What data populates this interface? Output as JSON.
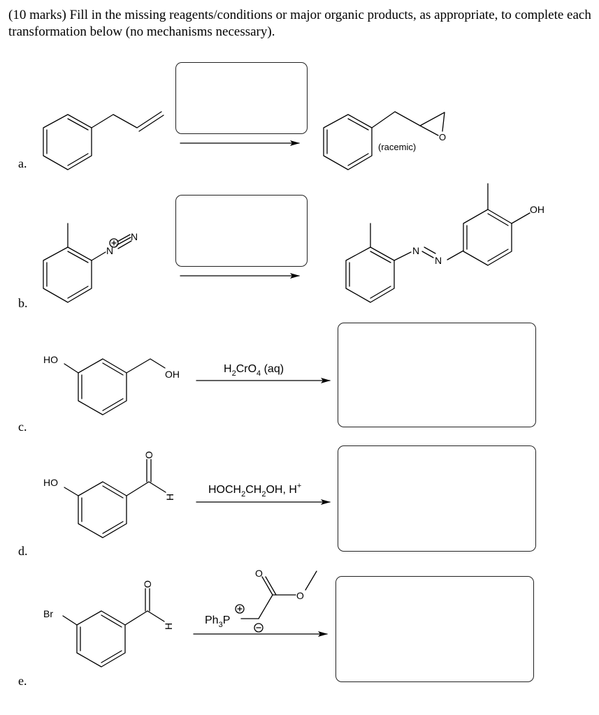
{
  "question_text": "(10 marks) Fill in the missing reagents/conditions or major organic products, as appropriate, to complete each transformation below (no mechanisms necessary).",
  "parts": {
    "a": {
      "label": "a.",
      "product_note": "(racemic)",
      "epoxide_o": "O"
    },
    "b": {
      "label": "b.",
      "diazonium_n1": "N",
      "diazonium_n2": "N",
      "charge_plus": "+",
      "azo_n1": "N",
      "azo_n2": "N",
      "product_oh": "OH"
    },
    "c": {
      "label": "c.",
      "phenol_ho": "HO",
      "alcohol_oh": "OH",
      "reagent_main": "H",
      "reagent_sub1": "2",
      "reagent_mid": "CrO",
      "reagent_sub2": "4",
      "reagent_tail": " (aq)"
    },
    "d": {
      "label": "d.",
      "phenol_ho": "HO",
      "aldehyde_o": "O",
      "aldehyde_h": "H",
      "reagent_a": "HOCH",
      "reagent_sub1": "2",
      "reagent_b": "CH",
      "reagent_sub2": "2",
      "reagent_c": "OH, H",
      "reagent_sup": "+"
    },
    "e": {
      "label": "e.",
      "bromo": "Br",
      "aldehyde_o": "O",
      "aldehyde_h": "H",
      "ylide_ph": "Ph",
      "ylide_sub": "3",
      "ylide_p": "P",
      "ylide_plus": "+",
      "ylide_minus": "−",
      "ester_o1": "O",
      "ester_o2": "O"
    }
  }
}
